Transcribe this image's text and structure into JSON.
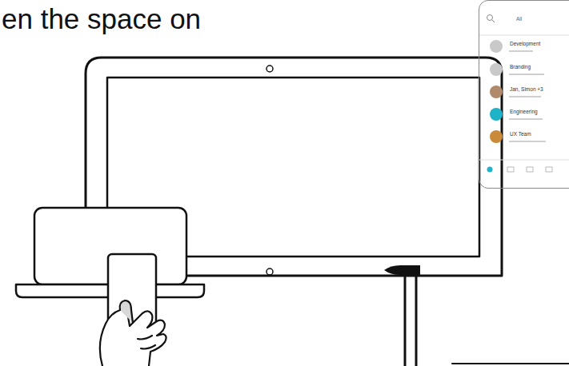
{
  "diagram": {
    "title": "en the space on",
    "nodes": [
      {
        "text": [
          "All",
          "Development",
          "Branding",
          "Jan, Simon +3",
          "Engineering",
          "UX Team"
        ]
      }
    ]
  }
}
